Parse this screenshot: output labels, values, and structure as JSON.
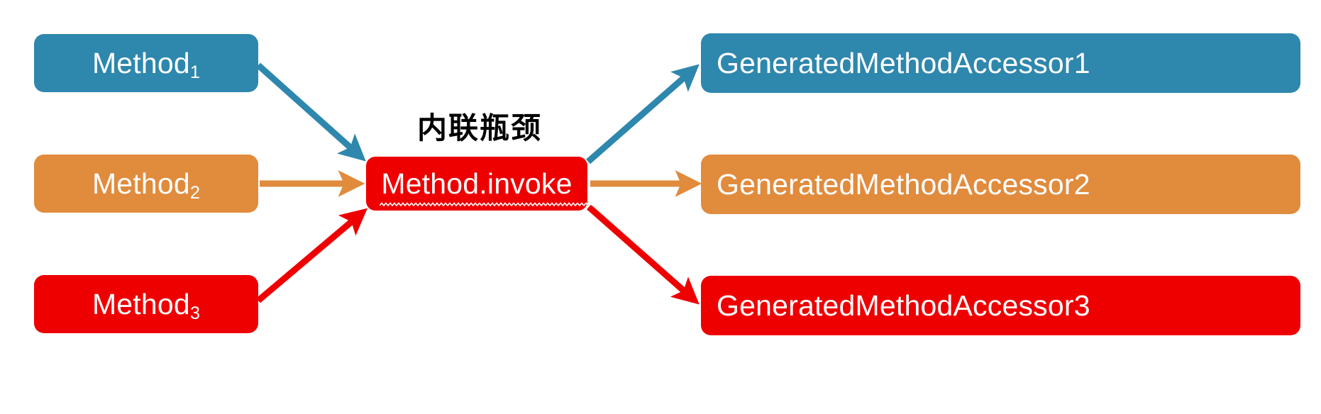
{
  "diagram": {
    "title_annotation": "内联瓶颈",
    "background_color": "#FFFFFF",
    "colors": {
      "blue": "#2E87AD",
      "orange": "#E18B3D",
      "red": "#EE0000",
      "text_on_node": "#FFFFFF",
      "annotation_text": "#000000"
    },
    "left_nodes": [
      {
        "id": "method-1",
        "base": "Method",
        "subscript": "1",
        "color": "#2E87AD",
        "series": "blue"
      },
      {
        "id": "method-2",
        "base": "Method",
        "subscript": "2",
        "color": "#E18B3D",
        "series": "orange"
      },
      {
        "id": "method-3",
        "base": "Method",
        "subscript": "3",
        "color": "#EE0000",
        "series": "red"
      }
    ],
    "center_node": {
      "id": "method-invoke",
      "label": "Method.invoke",
      "color": "#EE0000",
      "has_wavy_underline": true,
      "underline_color": "#FFFFFF"
    },
    "right_nodes": [
      {
        "id": "accessor-1",
        "label": "GeneratedMethodAccessor1",
        "color": "#2E87AD",
        "series": "blue"
      },
      {
        "id": "accessor-2",
        "label": "GeneratedMethodAccessor2",
        "color": "#E18B3D",
        "series": "orange"
      },
      {
        "id": "accessor-3",
        "label": "GeneratedMethodAccessor3",
        "color": "#EE0000",
        "series": "red"
      }
    ],
    "arrows": [
      {
        "id": "arrow-method1-to-invoke",
        "from": "method-1",
        "to": "method-invoke",
        "color": "#2E87AD",
        "direction": "down-right"
      },
      {
        "id": "arrow-method2-to-invoke",
        "from": "method-2",
        "to": "method-invoke",
        "color": "#E18B3D",
        "direction": "right"
      },
      {
        "id": "arrow-method3-to-invoke",
        "from": "method-3",
        "to": "method-invoke",
        "color": "#EE0000",
        "direction": "up-right"
      },
      {
        "id": "arrow-invoke-to-accessor1",
        "from": "method-invoke",
        "to": "accessor-1",
        "color": "#2E87AD",
        "direction": "up-right"
      },
      {
        "id": "arrow-invoke-to-accessor2",
        "from": "method-invoke",
        "to": "accessor-2",
        "color": "#E18B3D",
        "direction": "right"
      },
      {
        "id": "arrow-invoke-to-accessor3",
        "from": "method-invoke",
        "to": "accessor-3",
        "color": "#EE0000",
        "direction": "down-right"
      }
    ]
  }
}
